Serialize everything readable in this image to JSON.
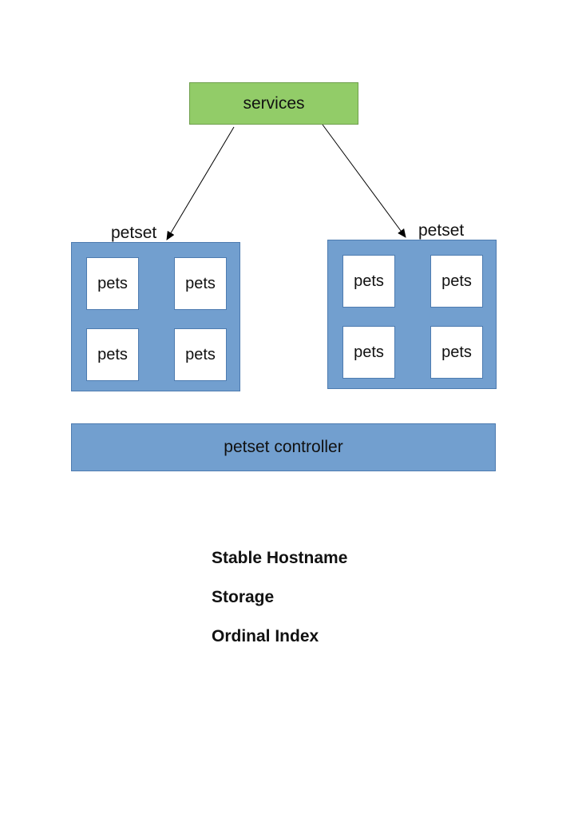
{
  "diagram": {
    "services_label": "services",
    "petsets": [
      {
        "label": "petset",
        "pets": [
          "pets",
          "pets",
          "pets",
          "pets"
        ]
      },
      {
        "label": "petset",
        "pets": [
          "pets",
          "pets",
          "pets",
          "pets"
        ]
      }
    ],
    "controller_label": "petset controller",
    "features": [
      "Stable Hostname",
      "Storage",
      "Ordinal Index"
    ],
    "colors": {
      "services_fill": "#92cc68",
      "petset_fill": "#729fcf",
      "pet_fill": "#ffffff"
    }
  }
}
